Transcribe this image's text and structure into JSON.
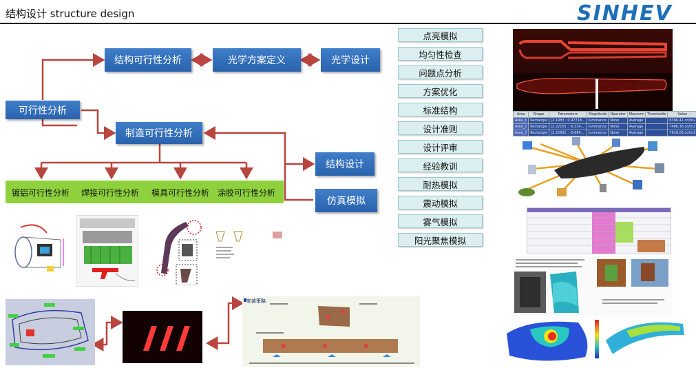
{
  "header": {
    "title": "结构设计 structure design",
    "logo": "SINHEV"
  },
  "flow": {
    "feasibility": "可行性分析",
    "structural_feasibility": "结构可行性分析",
    "optical_definition": "光学方案定义",
    "optical_design": "光学设计",
    "manufacturing_feasibility": "制造可行性分析",
    "structure_design": "结构设计",
    "simulation": "仿真模拟",
    "sub_items": [
      "镀铝可行性分析",
      "焊接可行性分析",
      "模具可行性分析",
      "涂胶可行性分析"
    ]
  },
  "analysis_list": [
    "点亮模拟",
    "均匀性检查",
    "问题点分析",
    "方案优化",
    "标准结构",
    "设计准则",
    "设计评审",
    "经验教训",
    "耐热模拟",
    "震动模拟",
    "雾气模拟",
    "阳光聚焦模拟"
  ],
  "measure_table": {
    "headers": [
      "Area",
      "Shape",
      "Parameters",
      "Magnitude",
      "Operator",
      "Measure",
      "Thresholds",
      "Value"
    ],
    "rows": [
      [
        "Area_1",
        "Rectangle",
        "[2.1983 ; 0.47718...",
        "luminance",
        "None",
        "Average",
        "",
        "8396.41 cd/m2"
      ],
      [
        "Area_2",
        "Rectangle",
        "[2.22151 ; -0.114...",
        "luminance",
        "None",
        "Average",
        "",
        "7486.36 cd/m2"
      ],
      [
        "Area_3",
        "Rectangle",
        "[2.22601 ; -0.684...",
        "luminance",
        "None",
        "Average",
        "",
        "7610.05 cd/m2"
      ]
    ]
  },
  "install_panel": {
    "title": "安装策略"
  },
  "colors": {
    "box_blue": "#2f6db7",
    "green_bar": "#8ed13c",
    "arrow_red": "#b8463f",
    "list_bg": "#dbeef0",
    "logo_blue": "#1e6fb8"
  }
}
